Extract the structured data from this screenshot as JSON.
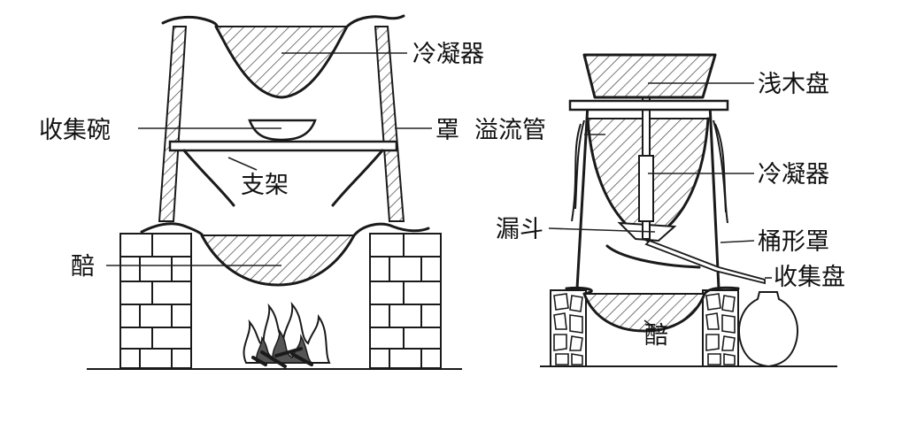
{
  "left_still": {
    "labels": {
      "condenser": "冷凝器",
      "collecting_bowl": "收集碗",
      "cover": "罩",
      "stand": "支架",
      "mash": "醅"
    }
  },
  "right_still": {
    "labels": {
      "shallow_wooden_tray": "浅木盘",
      "overflow_pipe": "溢流管",
      "condenser": "冷凝器",
      "funnel": "漏斗",
      "barrel_cover": "桶形罩",
      "collecting_tray": "收集盘",
      "mash": "醅"
    }
  }
}
